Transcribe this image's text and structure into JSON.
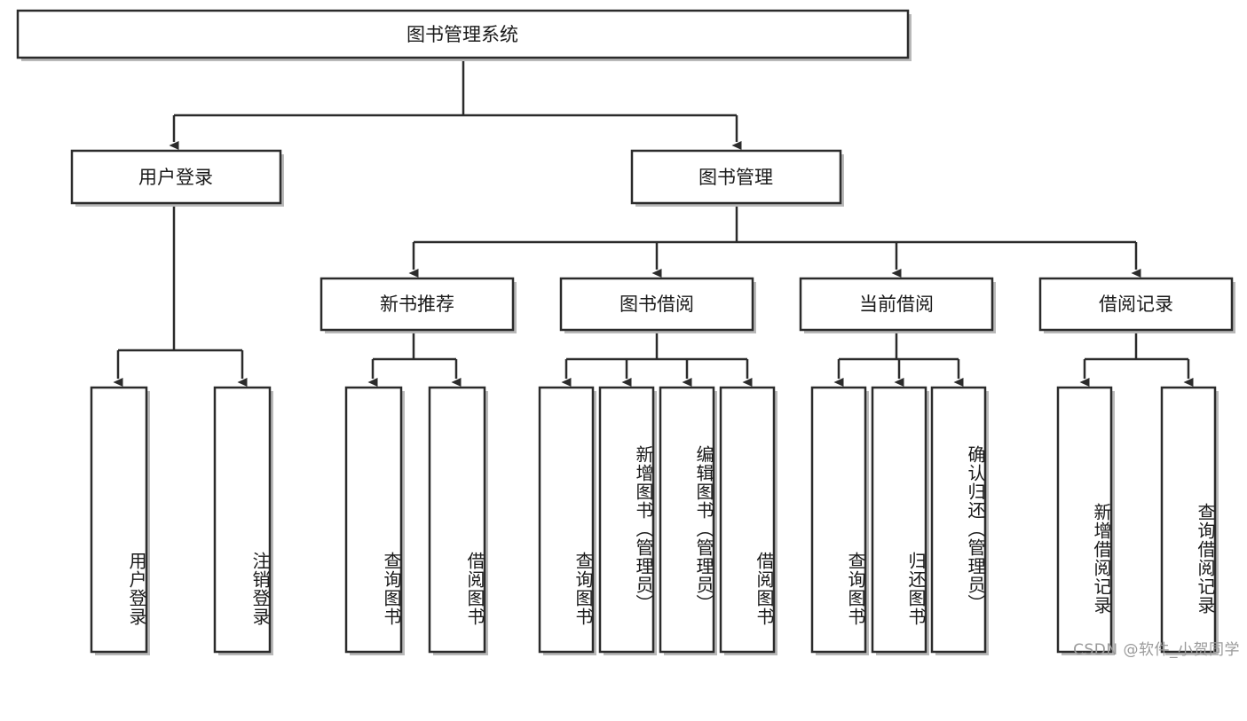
{
  "diagram": {
    "type": "tree-hierarchy",
    "title": "图书管理系统",
    "root": {
      "id": "root",
      "label": "图书管理系统",
      "orientation": "horizontal"
    },
    "level2": [
      {
        "id": "user-login",
        "label": "用户登录",
        "orientation": "horizontal"
      },
      {
        "id": "book-manage",
        "label": "图书管理",
        "orientation": "horizontal"
      }
    ],
    "level3": [
      {
        "id": "new-book-recommend",
        "label": "新书推荐",
        "orientation": "horizontal",
        "parent": "book-manage"
      },
      {
        "id": "book-borrow",
        "label": "图书借阅",
        "orientation": "horizontal",
        "parent": "book-manage"
      },
      {
        "id": "current-borrow",
        "label": "当前借阅",
        "orientation": "horizontal",
        "parent": "book-manage"
      },
      {
        "id": "borrow-record",
        "label": "借阅记录",
        "orientation": "horizontal",
        "parent": "book-manage"
      }
    ],
    "leaves": [
      {
        "id": "leaf-user-login",
        "label": "用户登录",
        "parent": "user-login",
        "orientation": "vertical"
      },
      {
        "id": "leaf-user-logout",
        "label": "注销登录",
        "parent": "user-login",
        "orientation": "vertical"
      },
      {
        "id": "leaf-query-book-1",
        "label": "查询图书",
        "parent": "new-book-recommend",
        "orientation": "vertical"
      },
      {
        "id": "leaf-borrow-book-1",
        "label": "借阅图书",
        "parent": "new-book-recommend",
        "orientation": "vertical"
      },
      {
        "id": "leaf-query-book-2",
        "label": "查询图书",
        "parent": "book-borrow",
        "orientation": "vertical"
      },
      {
        "id": "leaf-add-book",
        "label": "新增图书（管理员）",
        "parent": "book-borrow",
        "orientation": "vertical"
      },
      {
        "id": "leaf-edit-book",
        "label": "编辑图书（管理员）",
        "parent": "book-borrow",
        "orientation": "vertical"
      },
      {
        "id": "leaf-borrow-book-2",
        "label": "借阅图书",
        "parent": "book-borrow",
        "orientation": "vertical"
      },
      {
        "id": "leaf-query-book-3",
        "label": "查询图书",
        "parent": "current-borrow",
        "orientation": "vertical"
      },
      {
        "id": "leaf-return-book",
        "label": "归还图书",
        "parent": "current-borrow",
        "orientation": "vertical"
      },
      {
        "id": "leaf-confirm-return",
        "label": "确认归还（管理员）",
        "parent": "current-borrow",
        "orientation": "vertical"
      },
      {
        "id": "leaf-add-record",
        "label": "新增借阅记录",
        "parent": "borrow-record",
        "orientation": "vertical"
      },
      {
        "id": "leaf-query-record",
        "label": "查询借阅记录",
        "parent": "borrow-record",
        "orientation": "vertical"
      }
    ],
    "colors": {
      "stroke": "#2b2b2b",
      "fill": "#ffffff",
      "text": "#1a1a1a",
      "shadow": "#b9b9b9",
      "watermark": "#9a9a9a"
    }
  },
  "watermark": {
    "text": "CSDN @软件_小贺同学"
  }
}
